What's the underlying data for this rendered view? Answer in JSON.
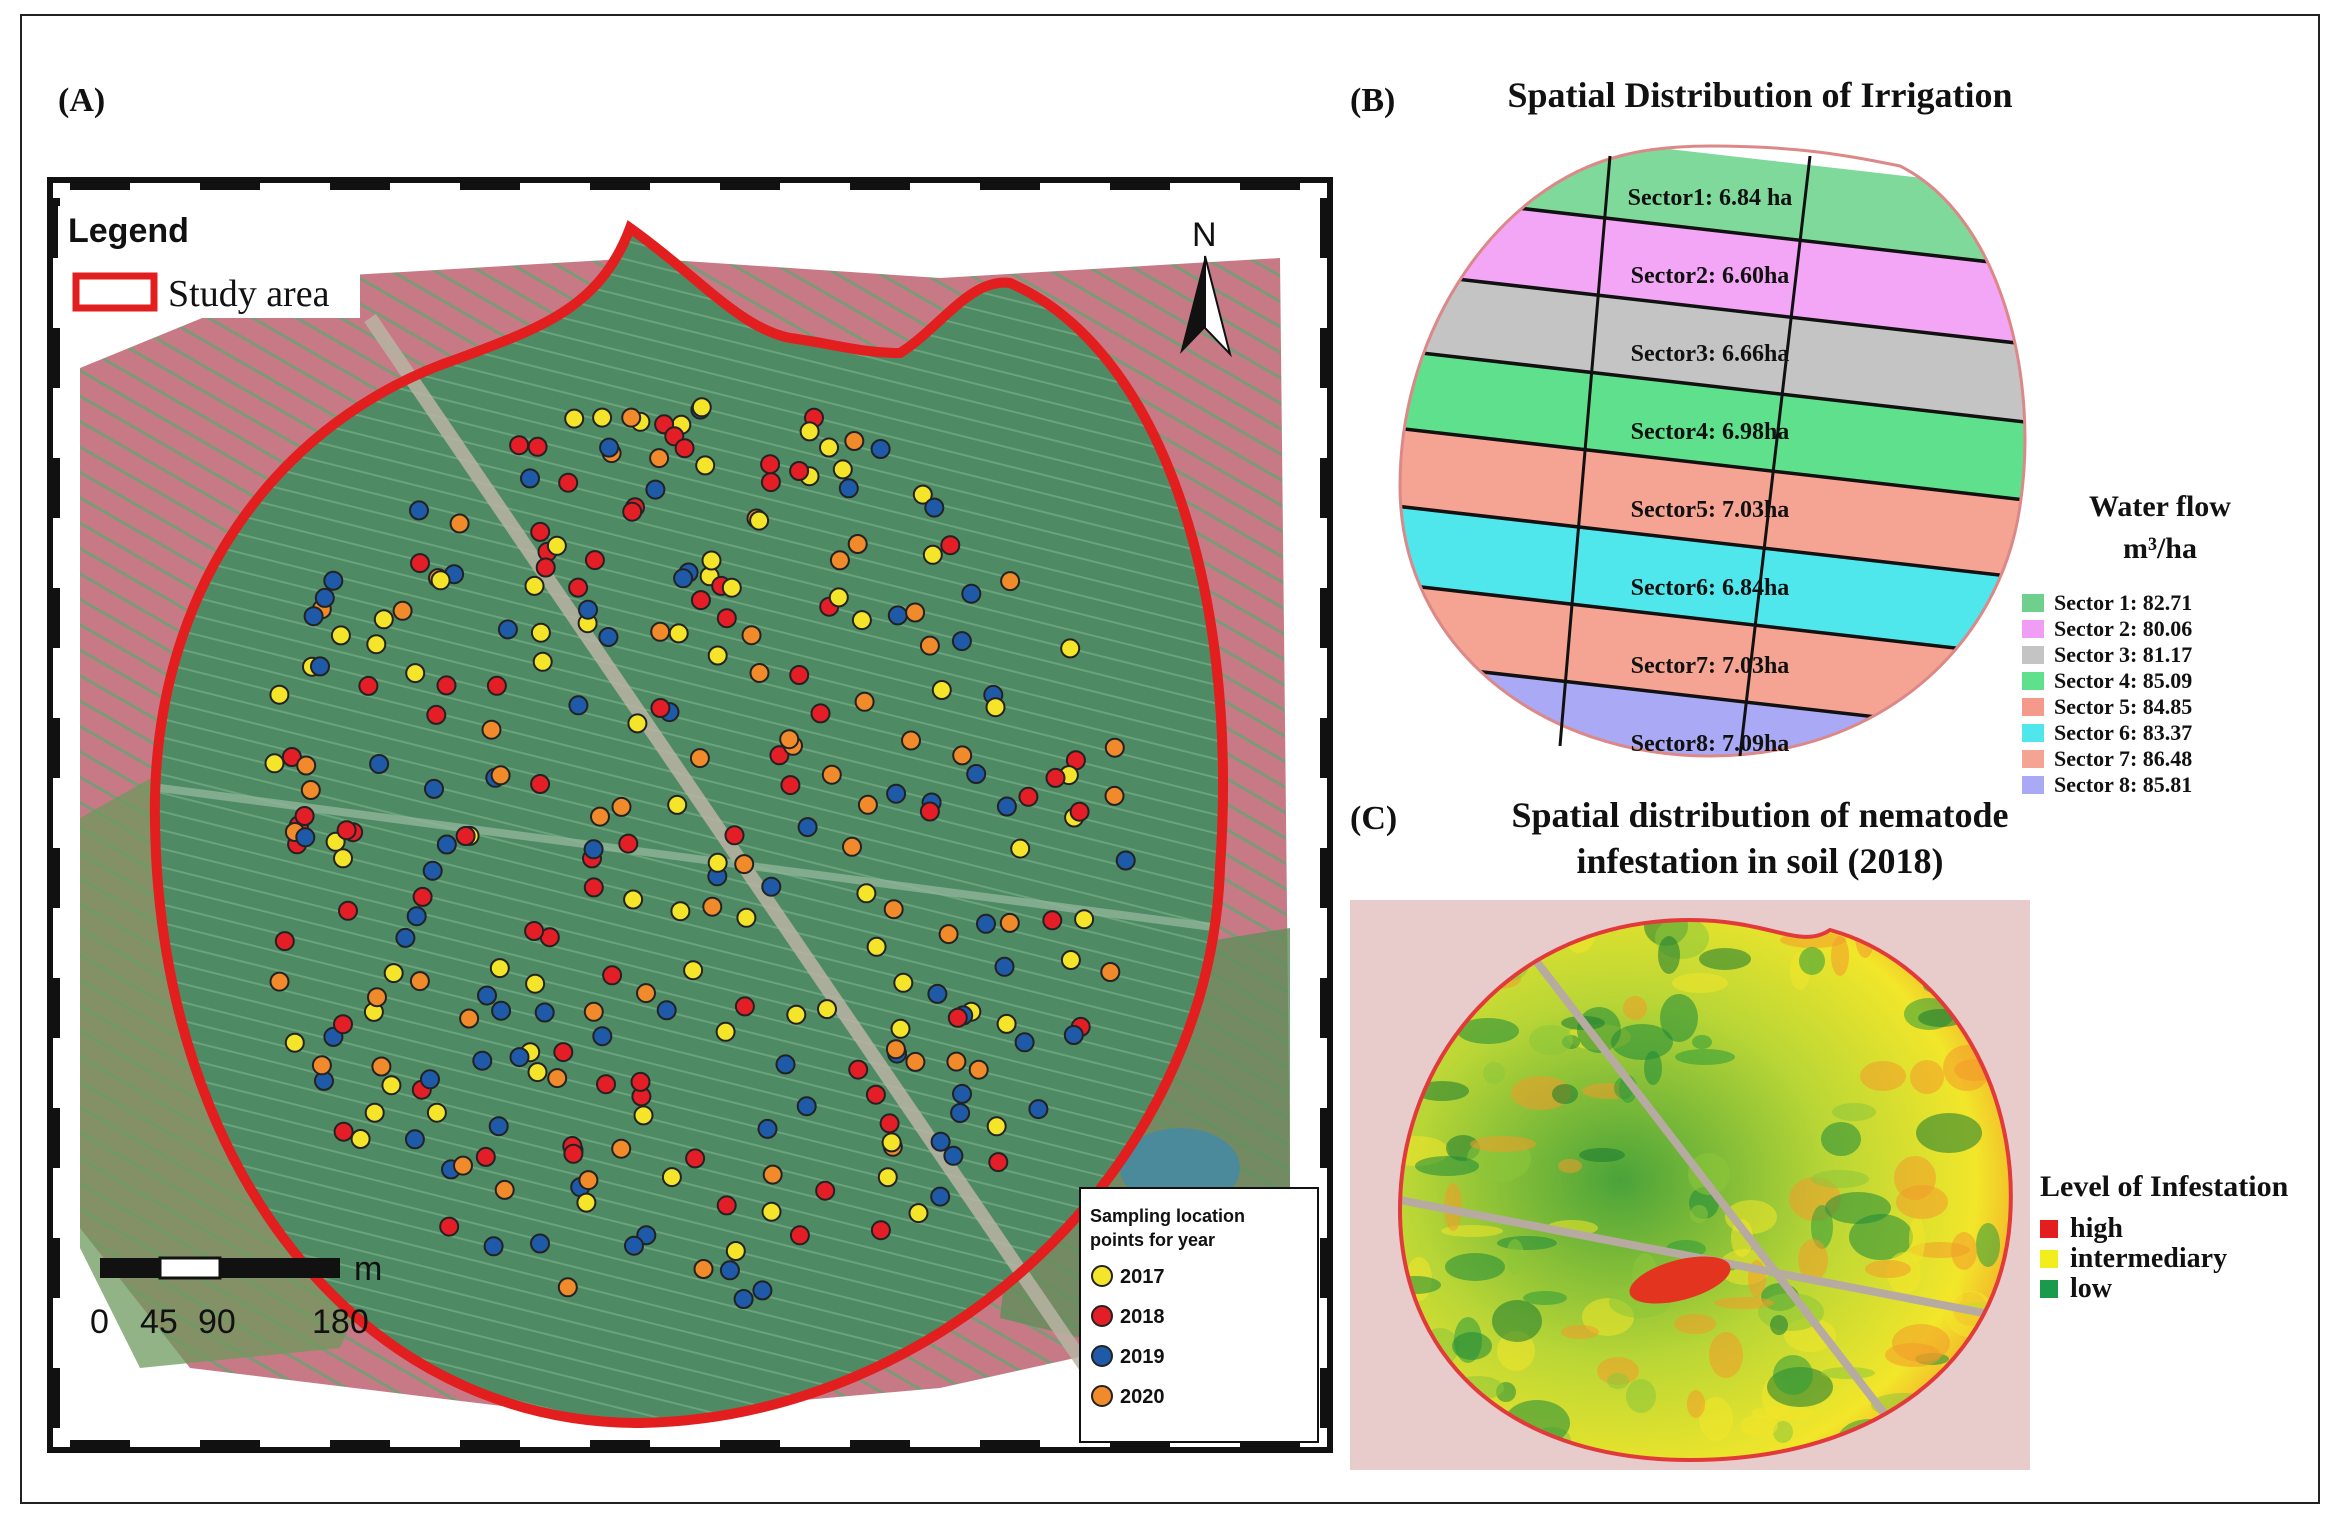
{
  "panels": {
    "a": {
      "label": "(A)",
      "legend_title": "Legend",
      "study_area_label": "Study area",
      "north_label": "N",
      "scale_unit": "m",
      "scale_ticks": [
        "0",
        "45",
        "90",
        "180"
      ],
      "sampling_legend_title_line1": "Sampling location",
      "sampling_legend_title_line2": "points for year",
      "years": [
        {
          "label": "2017",
          "color": "#f5e52a"
        },
        {
          "label": "2018",
          "color": "#e41e26"
        },
        {
          "label": "2019",
          "color": "#1f5aa8"
        },
        {
          "label": "2020",
          "color": "#f08a2a"
        }
      ]
    },
    "b": {
      "label": "(B)",
      "title": "Spatial Distribution of Irrigation",
      "sectors": [
        {
          "label": "Sector1: 6.84 ha",
          "color": "#7fd99a"
        },
        {
          "label": "Sector2: 6.60ha",
          "color": "#f2a6f5"
        },
        {
          "label": "Sector3: 6.66ha",
          "color": "#c4c4c4"
        },
        {
          "label": "Sector4: 6.98ha",
          "color": "#5fe08c"
        },
        {
          "label": "Sector5: 7.03ha",
          "color": "#f5a393"
        },
        {
          "label": "Sector6: 6.84ha",
          "color": "#4fe6ec"
        },
        {
          "label": "Sector7: 7.03ha",
          "color": "#f5a393"
        },
        {
          "label": "Sector8: 7.09ha",
          "color": "#a9a9f5"
        }
      ],
      "water_flow_title1": "Water flow",
      "water_flow_title2": "m³/ha",
      "water_flow": [
        {
          "label": "Sector 1: 82.71",
          "color": "#6fcf8c"
        },
        {
          "label": "Sector 2: 80.06",
          "color": "#f09ef5"
        },
        {
          "label": "Sector 3: 81.17",
          "color": "#c4c4c4"
        },
        {
          "label": "Sector 4: 85.09",
          "color": "#5fe08c"
        },
        {
          "label": "Sector 5: 84.85",
          "color": "#f59a8a"
        },
        {
          "label": "Sector 6: 83.37",
          "color": "#4fe6ec"
        },
        {
          "label": "Sector 7: 86.48",
          "color": "#f5a393"
        },
        {
          "label": "Sector 8: 85.81",
          "color": "#a9a9f5"
        }
      ]
    },
    "c": {
      "label": "(C)",
      "title_line1": "Spatial distribution of nematode",
      "title_line2": "infestation in soil (2018)",
      "legend_title": "Level of Infestation",
      "levels": [
        {
          "label": "high",
          "color": "#e41e1e"
        },
        {
          "label": "intermediary",
          "color": "#f2ee1e"
        },
        {
          "label": "low",
          "color": "#1a9a4a"
        }
      ]
    }
  }
}
